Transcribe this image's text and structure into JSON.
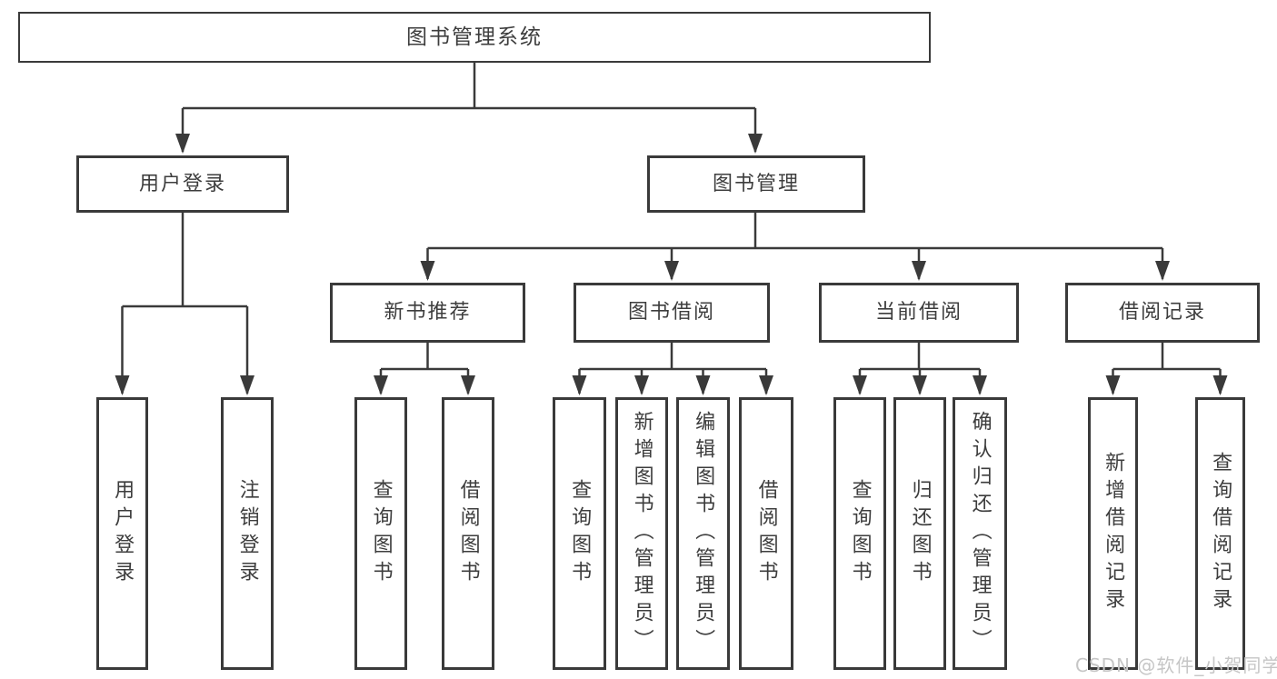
{
  "tree": {
    "label": "图书管理系统",
    "children": [
      {
        "label": "用户登录",
        "children": [
          {
            "label": "用户登录"
          },
          {
            "label": "注销登录"
          }
        ]
      },
      {
        "label": "图书管理",
        "children": [
          {
            "label": "新书推荐",
            "children": [
              {
                "label": "查询图书"
              },
              {
                "label": "借阅图书"
              }
            ]
          },
          {
            "label": "图书借阅",
            "children": [
              {
                "label": "查询图书"
              },
              {
                "label": "新增图书（管理员）"
              },
              {
                "label": "编辑图书（管理员）"
              },
              {
                "label": "借阅图书"
              }
            ]
          },
          {
            "label": "当前借阅",
            "children": [
              {
                "label": "查询图书"
              },
              {
                "label": "归还图书"
              },
              {
                "label": "确认归还（管理员）"
              }
            ]
          },
          {
            "label": "借阅记录",
            "children": [
              {
                "label": "新增借阅记录"
              },
              {
                "label": "查询借阅记录"
              }
            ]
          }
        ]
      }
    ]
  },
  "watermark": "CSDN @软件_小贺同学",
  "colors": {
    "line": "#3a3a3a",
    "text": "#3d3d3d",
    "watermark": "#c6c6c6",
    "background": "#ffffff"
  }
}
